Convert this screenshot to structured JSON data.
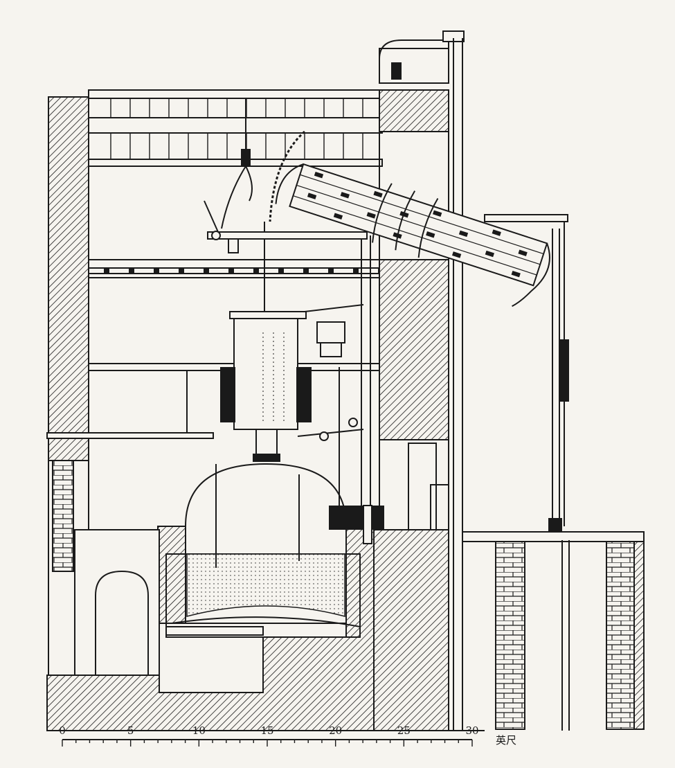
{
  "scale_bar": {
    "ticks": [
      "0",
      "5",
      "10",
      "15",
      "20",
      "25",
      "30"
    ],
    "unit": "英尺"
  },
  "colors": {
    "ink": "#1a1a1a",
    "paper": "#f6f4ef"
  }
}
